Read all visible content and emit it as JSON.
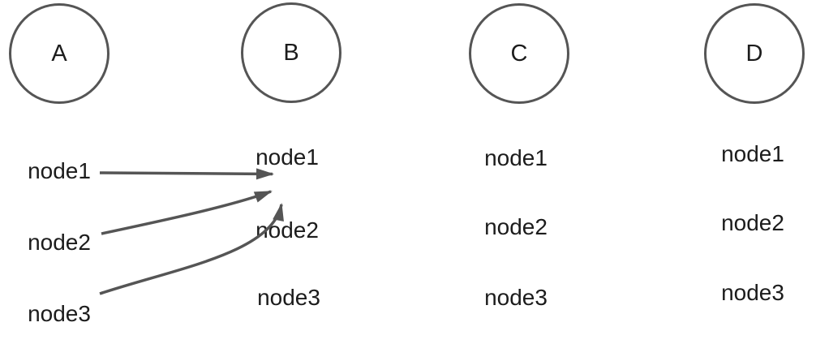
{
  "diagram": {
    "background_color": "#ffffff",
    "stroke_color": "#555555",
    "text_color": "#1c1c1c",
    "groups": [
      {
        "label": "A",
        "nodes": [
          "node1",
          "node2",
          "node3"
        ]
      },
      {
        "label": "B",
        "nodes": [
          "node1",
          "node2",
          "node3"
        ]
      },
      {
        "label": "C",
        "nodes": [
          "node1",
          "node2",
          "node3"
        ]
      },
      {
        "label": "D",
        "nodes": [
          "node1",
          "node2",
          "node3"
        ]
      }
    ],
    "edges": [
      {
        "id": "a-node1-to-b-node1",
        "from": "A.node1",
        "to": "B.node1",
        "shape": "straight-arrow"
      },
      {
        "id": "a-node2-to-b-node1",
        "from": "A.node2",
        "to": "B.node1",
        "shape": "curved-arrow"
      },
      {
        "id": "a-node3-to-b-node1",
        "from": "A.node3",
        "to": "B.node1",
        "shape": "curved-arrow"
      }
    ]
  }
}
